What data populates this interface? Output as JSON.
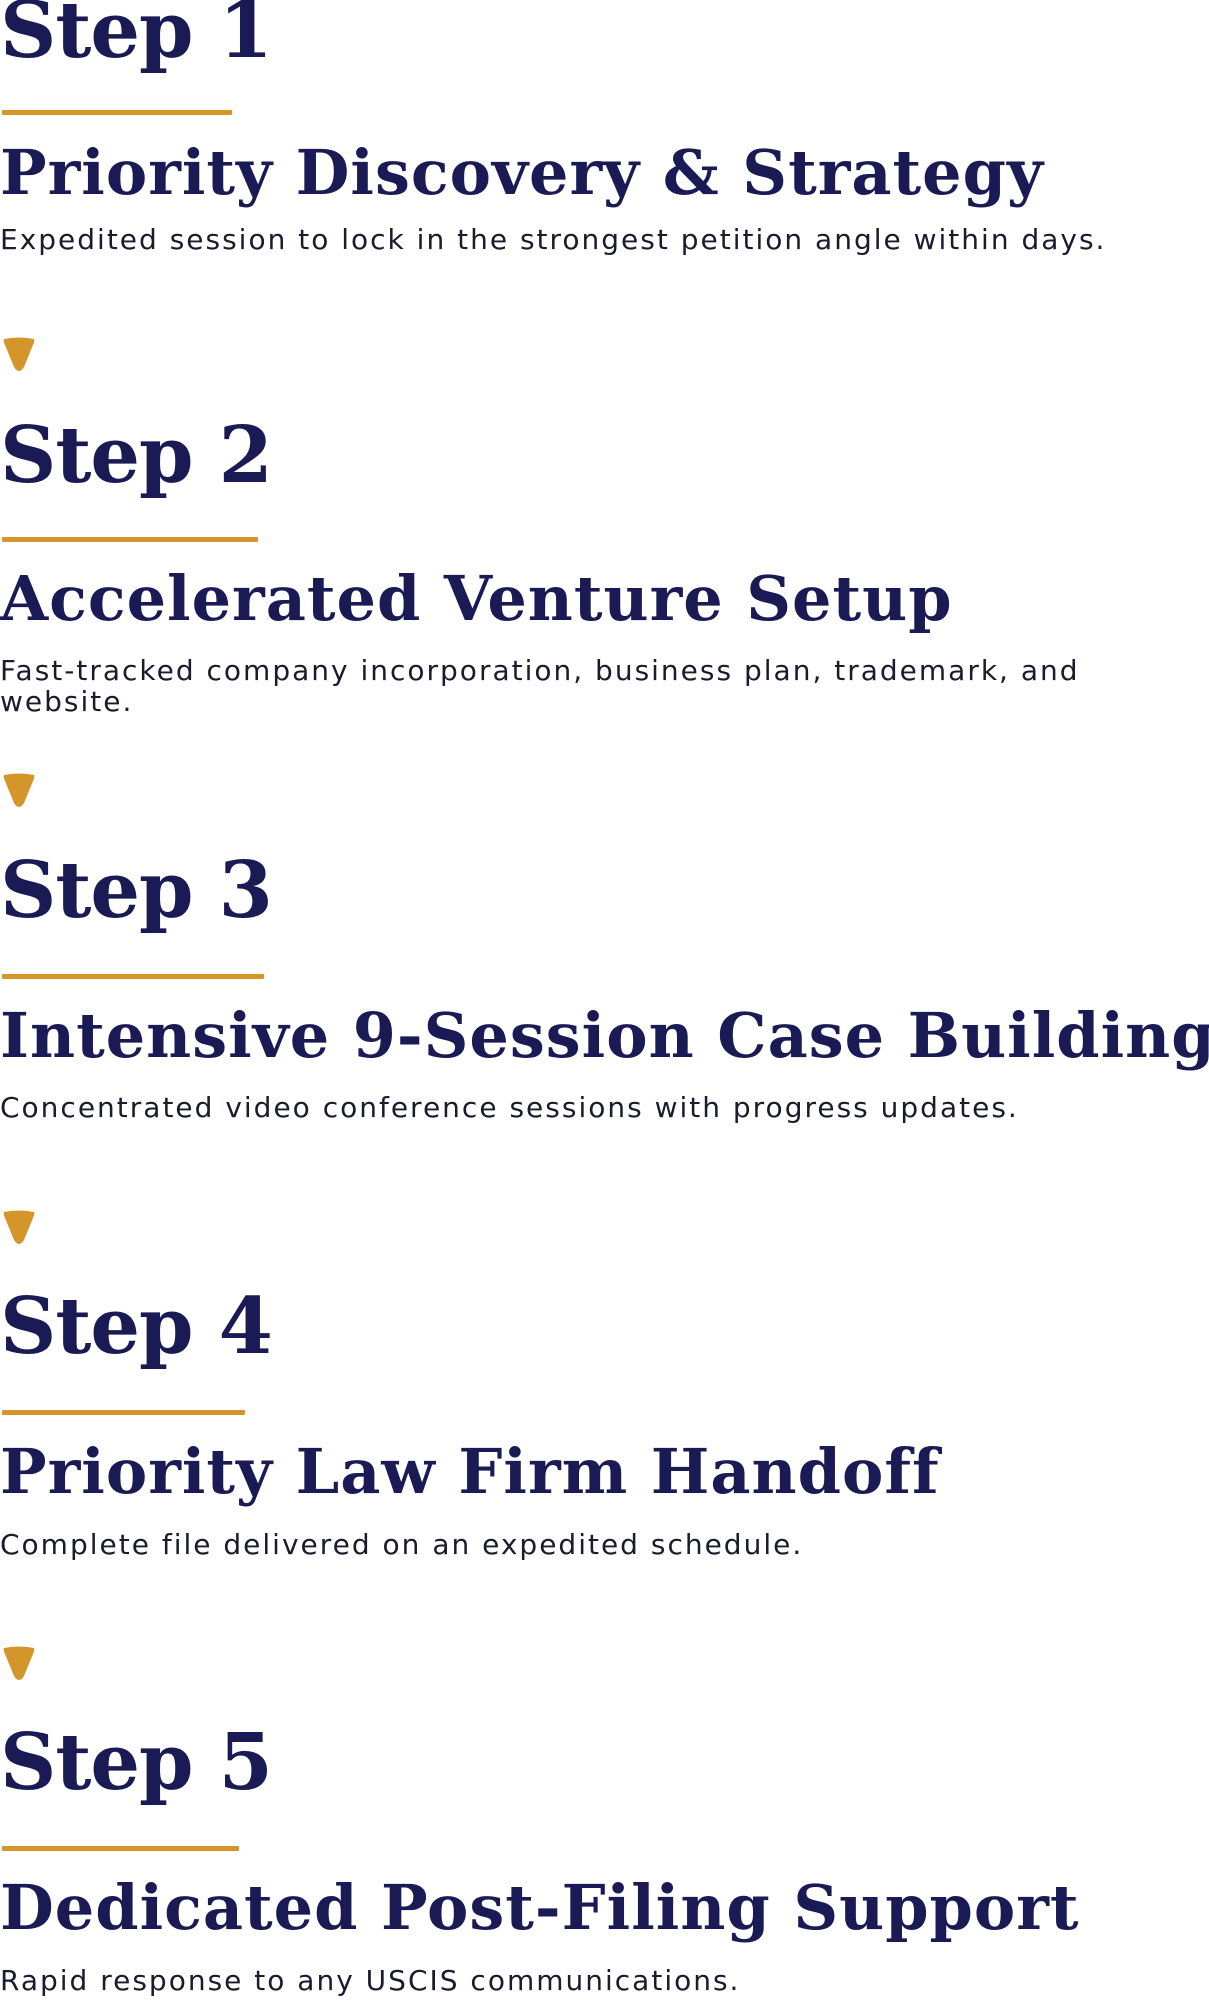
{
  "colors": {
    "heading": "#1a1a55",
    "accent": "#d4952a",
    "body_text": "#1b1b2e"
  },
  "steps": [
    {
      "label": "Step 1",
      "title": "Priority Discovery & Strategy",
      "description": "Expedited session to lock in the strongest petition angle within days."
    },
    {
      "label": "Step 2",
      "title": "Accelerated Venture Setup",
      "description": "Fast-tracked company incorporation, business plan, trademark, and website."
    },
    {
      "label": "Step 3",
      "title": "Intensive 9-Session Case Building",
      "description": "Concentrated video conference sessions with progress updates."
    },
    {
      "label": "Step 4",
      "title": "Priority Law Firm Handoff",
      "description": "Complete file delivered on an expedited schedule."
    },
    {
      "label": "Step 5",
      "title": "Dedicated Post-Filing Support",
      "description": "Rapid response to any USCIS communications."
    }
  ],
  "connector_icon": "chevron-down-icon"
}
